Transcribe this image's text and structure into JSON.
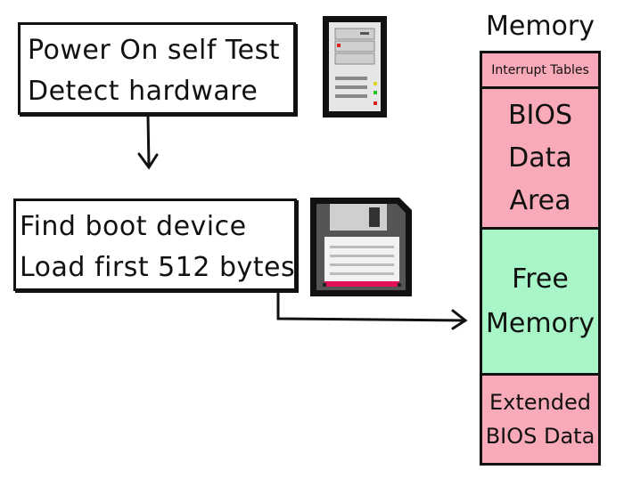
{
  "steps": {
    "post": {
      "line1": "Power On self Test",
      "line2": "Detect hardware"
    },
    "boot": {
      "line1": "Find boot device",
      "line2": "Load first 512 bytes"
    }
  },
  "memory": {
    "title": "Memory",
    "segments": [
      {
        "label": "Interrupt Tables",
        "color": "#f8aab8"
      },
      {
        "label": "BIOS\nData\nArea",
        "color": "#f8aab8"
      },
      {
        "label": "Free\nMemory",
        "color": "#a8f5c8"
      },
      {
        "label": "Extended\nBIOS Data",
        "color": "#f8aab8"
      }
    ]
  },
  "icons": {
    "post": "computer-tower-icon",
    "boot": "floppy-disk-icon"
  },
  "colors": {
    "pink": "#f8aab8",
    "green": "#a8f5c8",
    "floppy_label_stripe": "#e0105a"
  }
}
